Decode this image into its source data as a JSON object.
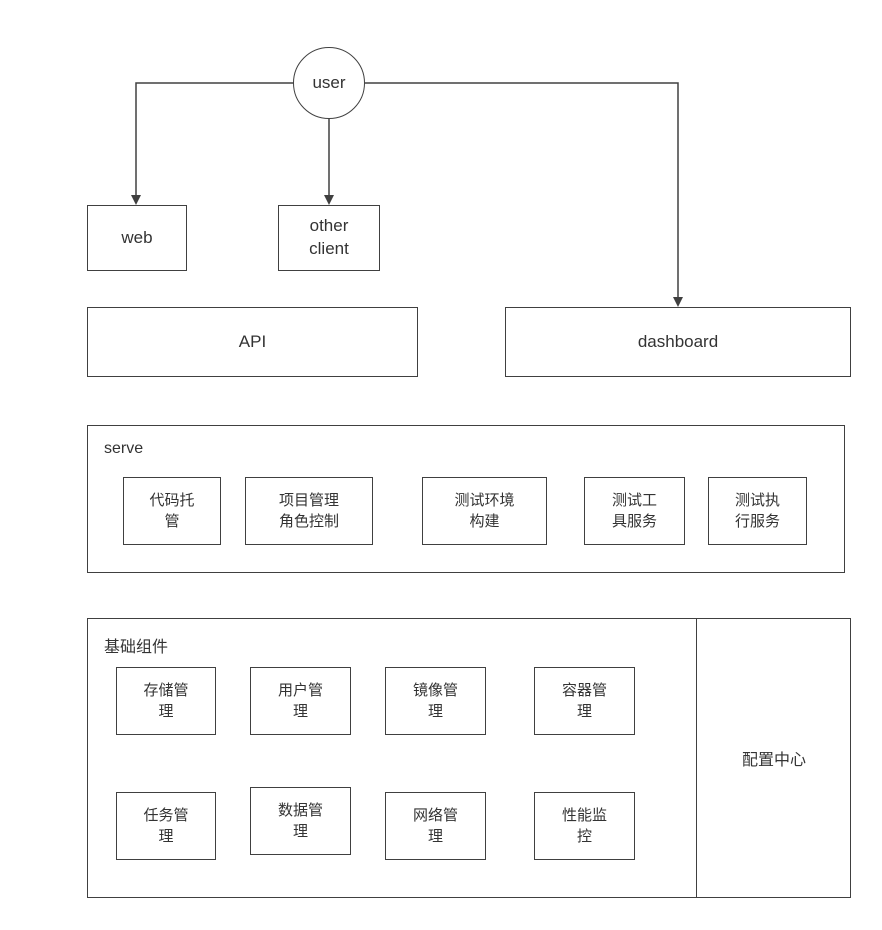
{
  "colors": {
    "border": "#404040",
    "text": "#333333",
    "background": "#ffffff"
  },
  "nodes": {
    "user": "user",
    "web": "web",
    "other_client": "other\nclient",
    "api": "API",
    "dashboard": "dashboard"
  },
  "serve": {
    "label": "serve",
    "items": [
      "代码托\n管",
      "项目管理\n角色控制",
      "测试环境\n构建",
      "测试工\n具服务",
      "测试执\n行服务"
    ]
  },
  "base": {
    "label": "基础组件",
    "row1": [
      "存储管\n理",
      "用户管\n理",
      "镜像管\n理",
      "容器管\n理"
    ],
    "row2": [
      "任务管\n理",
      "数据管\n理",
      "网络管\n理",
      "性能监\n控"
    ],
    "config_center": "配置中心"
  }
}
